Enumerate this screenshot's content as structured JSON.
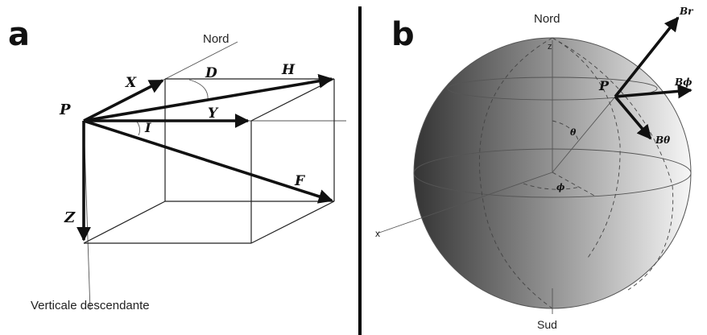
{
  "panel_a": {
    "letter": "a",
    "nord": "Nord",
    "vertical_label": "Verticale descendante",
    "vectors": {
      "x": "X",
      "y": "Y",
      "z": "Z",
      "h": "H",
      "f": "F"
    },
    "angles": {
      "d": "D",
      "i": "I"
    },
    "point": "P"
  },
  "panel_b": {
    "letter": "b",
    "nord": "Nord",
    "sud": "Sud",
    "axes": {
      "z": "z",
      "x": "x"
    },
    "point": "P",
    "angles": {
      "theta": "θ",
      "phi": "ϕ"
    },
    "vectors": {
      "br": "Br",
      "bphi": "Bϕ",
      "btheta": "Bθ"
    }
  },
  "colors": {
    "ink": "#111111",
    "divider": "#000000",
    "sphere_dark": "#3c3c3c",
    "sphere_light": "#f4f4f4"
  }
}
